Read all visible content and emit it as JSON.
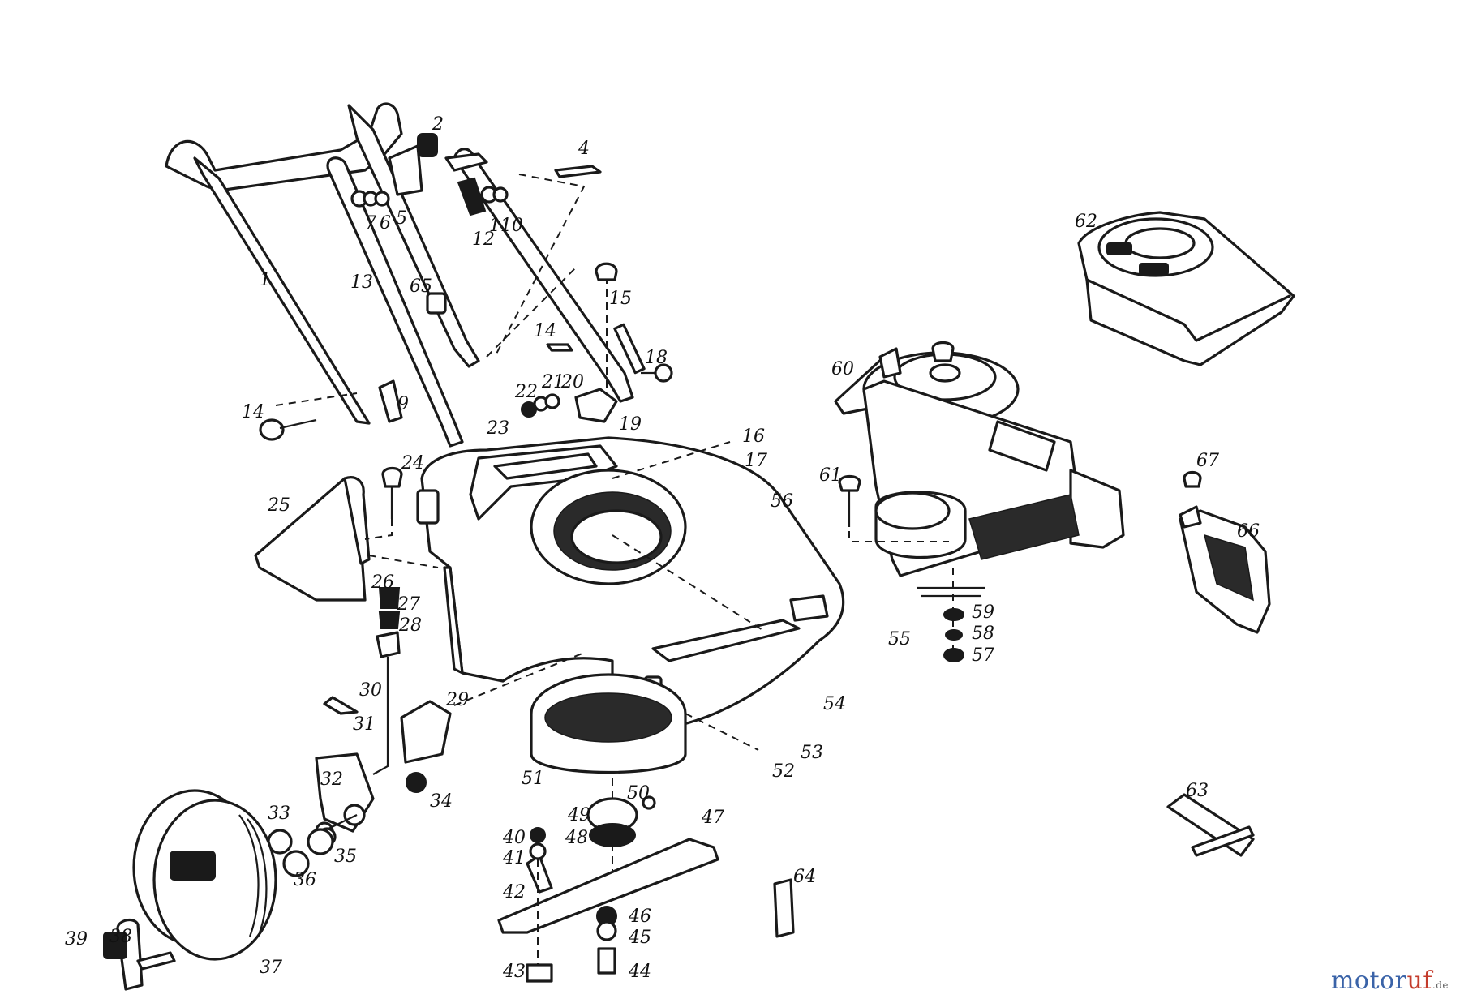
{
  "part_numbers": [
    "1",
    "2",
    "4",
    "5",
    "6",
    "7",
    "9",
    "10",
    "11",
    "12",
    "13",
    "14",
    "14",
    "15",
    "16",
    "17",
    "18",
    "19",
    "20",
    "21",
    "22",
    "23",
    "24",
    "25",
    "26",
    "27",
    "28",
    "29",
    "30",
    "31",
    "32",
    "33",
    "34",
    "35",
    "36",
    "37",
    "38",
    "39",
    "40",
    "41",
    "42",
    "43",
    "44",
    "45",
    "46",
    "47",
    "48",
    "49",
    "50",
    "51",
    "52",
    "53",
    "54",
    "55",
    "56",
    "57",
    "58",
    "59",
    "60",
    "61",
    "62",
    "63",
    "64",
    "65",
    "66",
    "67"
  ],
  "watermark": {
    "part1": "motor",
    "part2": "uf",
    "part3": ".de"
  }
}
